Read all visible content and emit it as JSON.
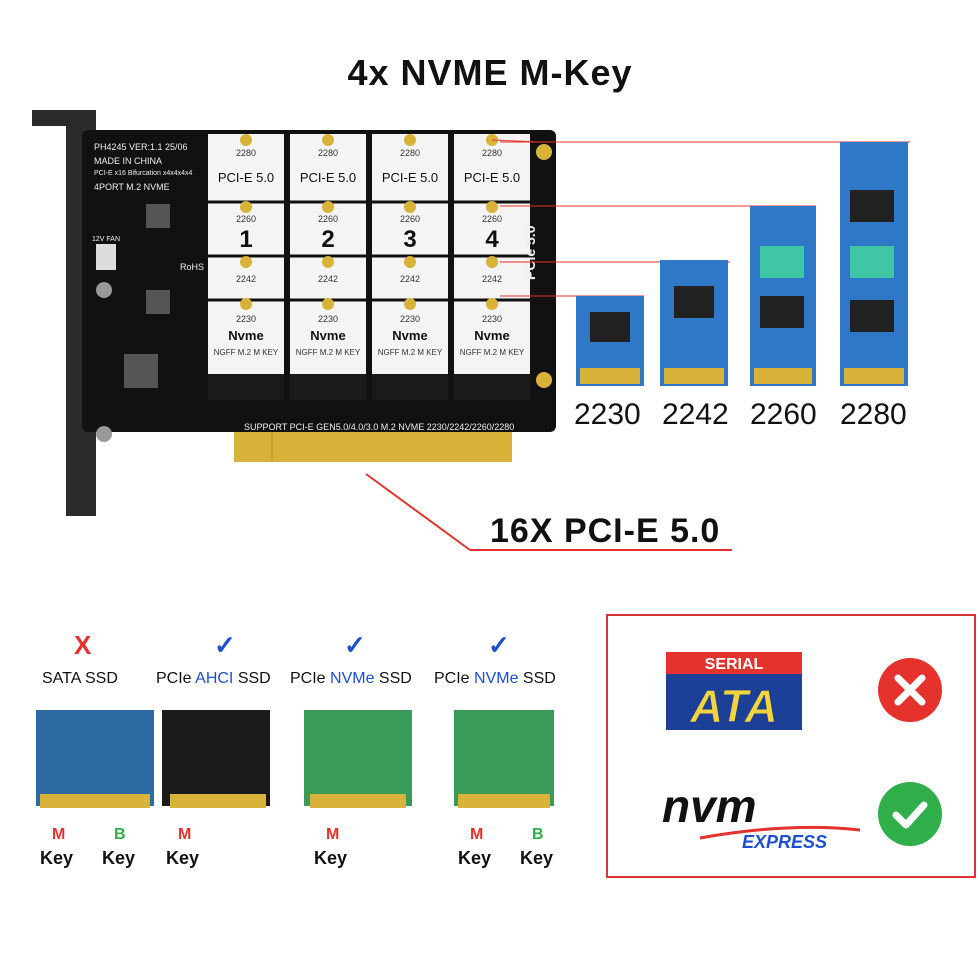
{
  "title": "4x NVME M-Key",
  "card": {
    "model": "PH4245  VER:1.1  25/06",
    "made_in": "MADE IN CHINA",
    "bifurcation": "PCI-E x16 Bifurcation x4x4x4x4",
    "ports": "4PORT M.2 NVME",
    "fan_label": "12V FAN",
    "rohs": "RoHS",
    "support_text": "SUPPORT PCI-E GEN5.0/4.0/3.0     M.2 NVME 2230/2242/2260/2280",
    "express_text": "PCIe 5.0",
    "slots": [
      {
        "number": "1",
        "pcie": "PCI-E 5.0",
        "brand": "Nvme",
        "ngff": "NGFF M.2 M KEY"
      },
      {
        "number": "2",
        "pcie": "PCI-E 5.0",
        "brand": "Nvme",
        "ngff": "NGFF M.2 M KEY"
      },
      {
        "number": "3",
        "pcie": "PCI-E 5.0",
        "brand": "Nvme",
        "ngff": "NGFF M.2 M KEY"
      },
      {
        "number": "4",
        "pcie": "PCI-E 5.0",
        "brand": "Nvme",
        "ngff": "NGFF M.2 M KEY"
      }
    ],
    "slot_marks": [
      "2280",
      "2260",
      "2242",
      "2230"
    ]
  },
  "ssd_sizes": [
    "2230",
    "2242",
    "2260",
    "2280"
  ],
  "pcie_label": "16X PCI-E 5.0",
  "ssd_types": [
    {
      "mark": "X",
      "mark_color": "#e5322d",
      "prefix": "SATA SSD",
      "accent": "",
      "suffix": "",
      "keys": [
        {
          "letter": "M",
          "color": "#e5322d",
          "word": "Key"
        },
        {
          "letter": "B",
          "color": "#2fae4a",
          "word": "Key"
        }
      ]
    },
    {
      "mark": "✓",
      "mark_color": "#1c4fd1",
      "prefix": "PCIe ",
      "accent": "AHCI",
      "suffix": " SSD",
      "keys": [
        {
          "letter": "M",
          "color": "#e5322d",
          "word": "Key"
        }
      ]
    },
    {
      "mark": "✓",
      "mark_color": "#1c4fd1",
      "prefix": "PCIe ",
      "accent": "NVMe",
      "suffix": " SSD",
      "keys": [
        {
          "letter": "M",
          "color": "#e5322d",
          "word": "Key"
        }
      ]
    },
    {
      "mark": "✓",
      "mark_color": "#1c4fd1",
      "prefix": "PCIe ",
      "accent": "NVMe",
      "suffix": " SSD",
      "keys": [
        {
          "letter": "M",
          "color": "#e5322d",
          "word": "Key"
        },
        {
          "letter": "B",
          "color": "#2fae4a",
          "word": "Key"
        }
      ]
    }
  ],
  "logos": {
    "sata_top": "SERIAL",
    "sata_main": "ATA",
    "nvm_main": "nvm",
    "nvm_sub": "EXPRESS"
  },
  "colors": {
    "pcb": "#111111",
    "gold": "#d9b23a",
    "ssd_blue": "#2f78c8",
    "accent_blue": "#1c4fd1",
    "red": "#e5322d",
    "green": "#2fae4a"
  }
}
